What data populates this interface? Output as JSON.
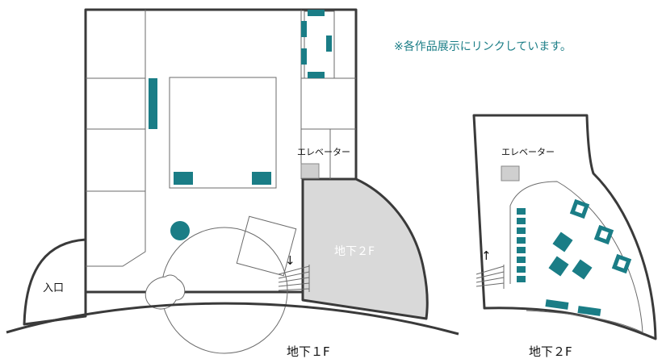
{
  "notice": "※各作品展示にリンクしています。",
  "floor_b1": {
    "label": "地下１F",
    "entrance_label": "入口",
    "elevator_label": "エレベーター",
    "b2_area_label": "地下２F",
    "stairs_arrow": "↓"
  },
  "floor_b2": {
    "label": "地下２F",
    "elevator_label": "エレベーター",
    "stairs_arrow": "↑"
  },
  "colors": {
    "artwork": "#1a7d86",
    "wall": "#3a3a3a",
    "b2_area_fill": "#d9d9d9",
    "elevator_fill": "#cfcfcf"
  }
}
